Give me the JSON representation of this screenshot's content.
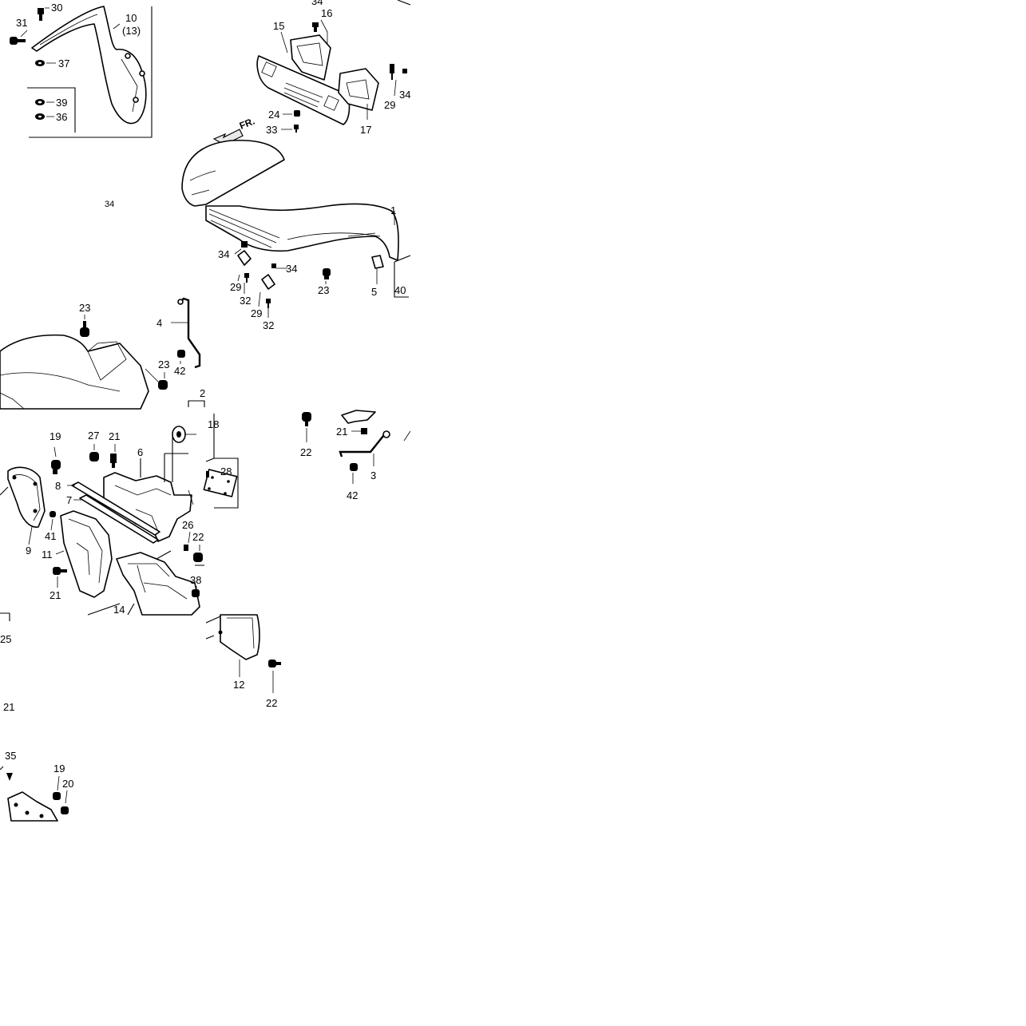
{
  "labels": {
    "p1": "1",
    "p2": "2",
    "p3": "3",
    "p4": "4",
    "p5": "5",
    "p6": "6",
    "p7": "7",
    "p8": "8",
    "p9": "9",
    "p10": "10",
    "p10b": "(13)",
    "p11": "11",
    "p12": "12",
    "p14": "14",
    "p15": "15",
    "p16": "16",
    "p17": "17",
    "p18": "18",
    "p19a": "19",
    "p19b": "19",
    "p20": "20",
    "p21a": "21",
    "p21b": "21",
    "p21c": "21",
    "p21d": "21",
    "p22a": "22",
    "p22b": "22",
    "p22c": "22",
    "p23a": "23",
    "p23b": "23",
    "p23c": "23",
    "p24": "24",
    "p25": "25",
    "p26": "26",
    "p27": "27",
    "p28": "28",
    "p29a": "29",
    "p29b": "29",
    "p29c": "29",
    "p30": "30",
    "p31": "31",
    "p32a": "32",
    "p32b": "32",
    "p33": "33",
    "p34a": "34",
    "p34b": "34",
    "p34c": "34",
    "p34d": "34",
    "p34e": "34",
    "p35": "35",
    "p36": "36",
    "p37": "37",
    "p38": "38",
    "p39": "39",
    "p40": "40",
    "p41": "41",
    "p42a": "42",
    "p42b": "42",
    "fr_arrow": "FR."
  }
}
